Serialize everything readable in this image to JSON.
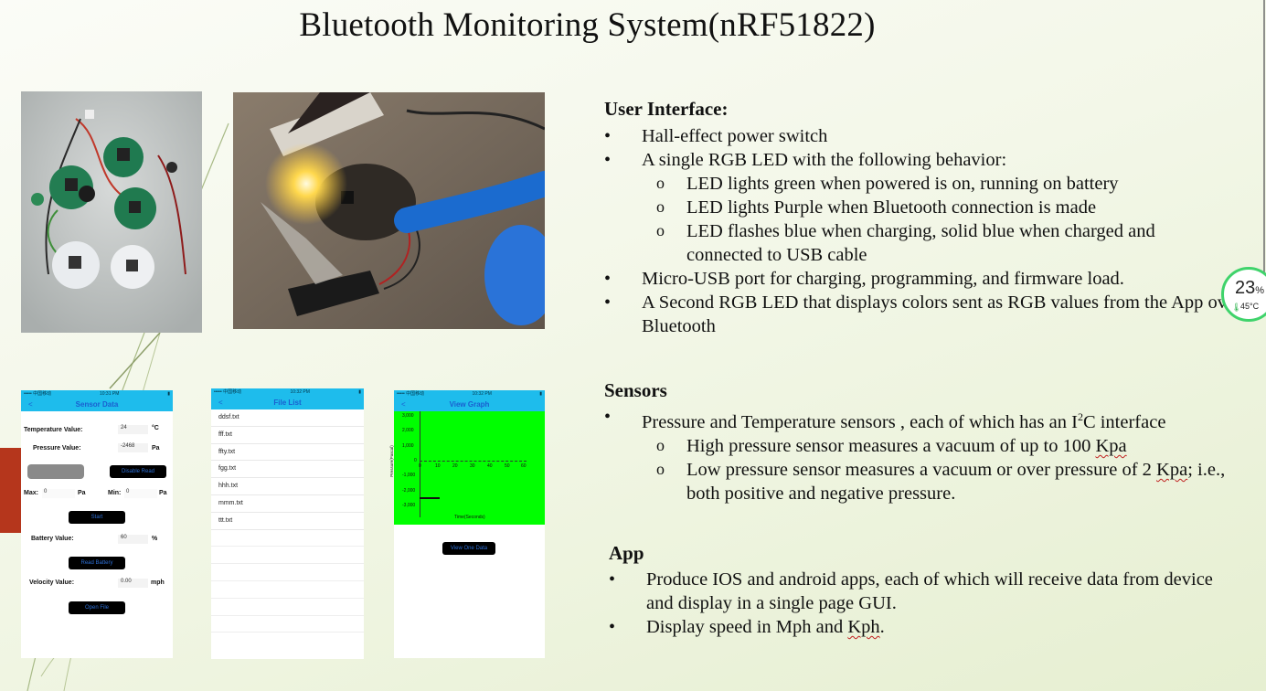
{
  "slide": {
    "title": "Bluetooth Monitoring System(nRF51822)"
  },
  "user_interface": {
    "heading": "User Interface:",
    "bullet1": "Hall-effect power switch",
    "bullet2": "A single RGB LED with the following behavior:",
    "sub1": "LED lights green when powered is on, running on battery",
    "sub2": "LED lights Purple when Bluetooth connection is made",
    "sub3": "LED flashes blue when charging, solid blue when charged and connected to USB cable",
    "bullet3": "Micro-USB port for charging, programming, and firmware load.",
    "bullet4": "A Second RGB LED that displays colors sent as RGB values from the App over Bluetooth"
  },
  "sensors": {
    "heading": "Sensors",
    "bullet1_pre": "Pressure and Temperature sensors , each of which has an I",
    "bullet1_sup": "2",
    "bullet1_post": "C interface",
    "sub1_pre": "High pressure sensor measures a vacuum of up to 100 ",
    "sub1_word": "Kpa",
    "sub2_pre": "Low pressure sensor measures a vacuum or over pressure of 2 ",
    "sub2_word": "Kpa",
    "sub2_post": "; i.e., both positive and negative pressure."
  },
  "app": {
    "heading": "App",
    "bullet1": "Produce IOS and android apps, each of which will receive data from device and display in a single page GUI.",
    "bullet2_pre": "Display speed in Mph and ",
    "bullet2_word": "Kph",
    "bullet2_post": "."
  },
  "phone_sensor": {
    "carrier": "••••• 中国移动",
    "time": "10:31 PM",
    "back": "<",
    "title": "Sensor Data",
    "temp_label": "Temperature Value:",
    "temp_value": "24",
    "temp_unit": "°C",
    "pressure_label": "Pressure Value:",
    "pressure_value": "-2468",
    "pressure_unit": "Pa",
    "disable_read": "Disable Read",
    "max_label": "Max:",
    "max_value": "0",
    "max_unit": "Pa",
    "min_label": "Min:",
    "min_value": "0",
    "min_unit": "Pa",
    "start": "Start",
    "battery_label": "Battery Value:",
    "battery_value": "60",
    "battery_unit": "%",
    "read_battery": "Read Battery",
    "velocity_label": "Velocity Value:",
    "velocity_value": "0.00",
    "velocity_unit": "mph",
    "open_file": "Open File"
  },
  "phone_files": {
    "carrier": "••••• 中国移动",
    "time": "10:32 PM",
    "back": "<",
    "title": "File List",
    "files": [
      "ddsf.txt",
      "fff.txt",
      "ffty.txt",
      "fgg.txt",
      "hhh.txt",
      "mmm.txt",
      "ttt.txt"
    ]
  },
  "phone_graph": {
    "carrier": "••••• 中国移动",
    "time": "10:32 PM",
    "back": "<",
    "title": "View Graph",
    "y_ticks": [
      "3,000",
      "2,000",
      "1,000",
      "0",
      "-1,000",
      "-2,000",
      "-3,000"
    ],
    "x_ticks": [
      "0",
      "10",
      "20",
      "30",
      "40",
      "50",
      "60"
    ],
    "y_label": "Pressure(Pascal)",
    "x_label": "Time(Seconds)",
    "view_button": "View One Data",
    "plot_color": "#00ff00"
  },
  "battery_widget": {
    "percent": "23",
    "percent_sign": "%",
    "temperature": "45°C"
  },
  "colors": {
    "accent_bar": "#b5361c",
    "phone_header": "#1ebcec"
  }
}
